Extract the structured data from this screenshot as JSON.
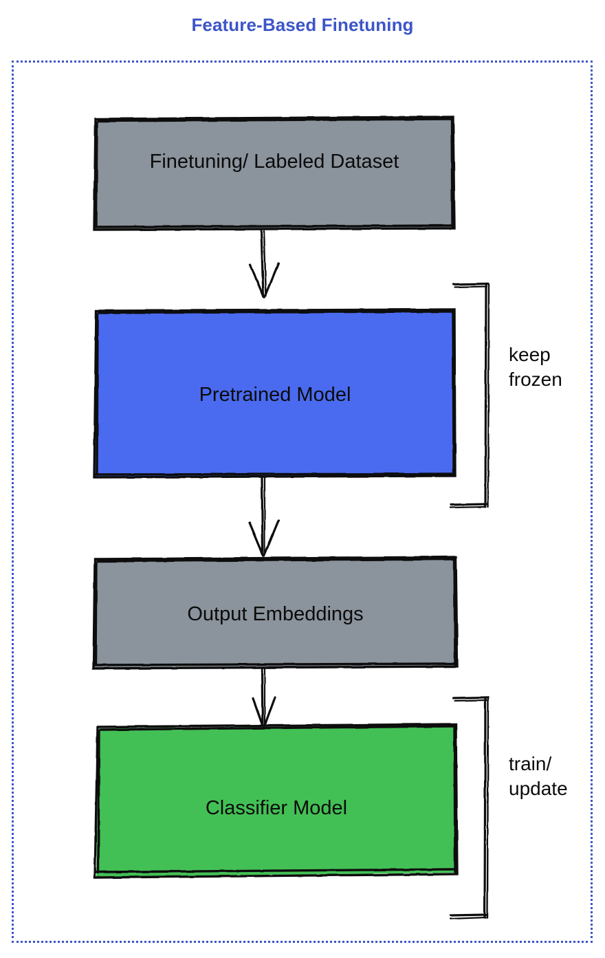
{
  "diagram": {
    "title": "Feature-Based Finetuning",
    "title_color": "#3c55c8",
    "frame": {
      "style": "dotted",
      "color": "#3c55c8"
    },
    "nodes": [
      {
        "id": "finetuning-dataset",
        "label": "Finetuning/ Labeled Dataset",
        "fill": "#8b939c",
        "stroke": "#111111",
        "text_color": "#0b0b0b"
      },
      {
        "id": "pretrained-model",
        "label": "Pretrained Model",
        "fill": "#4a6bf0",
        "stroke": "#111111",
        "text_color": "#0b0b0b"
      },
      {
        "id": "output-embeddings",
        "label": "Output Embeddings",
        "fill": "#8b939c",
        "stroke": "#111111",
        "text_color": "#0b0b0b"
      },
      {
        "id": "classifier-model",
        "label": "Classifier Model",
        "fill": "#43c055",
        "stroke": "#111111",
        "text_color": "#0b0b0b"
      }
    ],
    "annotations": [
      {
        "id": "keep-frozen",
        "label": "keep\nfrozen",
        "target": "pretrained-model"
      },
      {
        "id": "train-update",
        "label": "train/\nupdate",
        "target": "classifier-model"
      }
    ],
    "edges": [
      {
        "from": "finetuning-dataset",
        "to": "pretrained-model",
        "type": "arrow-down"
      },
      {
        "from": "pretrained-model",
        "to": "output-embeddings",
        "type": "arrow-down"
      },
      {
        "from": "output-embeddings",
        "to": "classifier-model",
        "type": "arrow-down"
      }
    ]
  }
}
